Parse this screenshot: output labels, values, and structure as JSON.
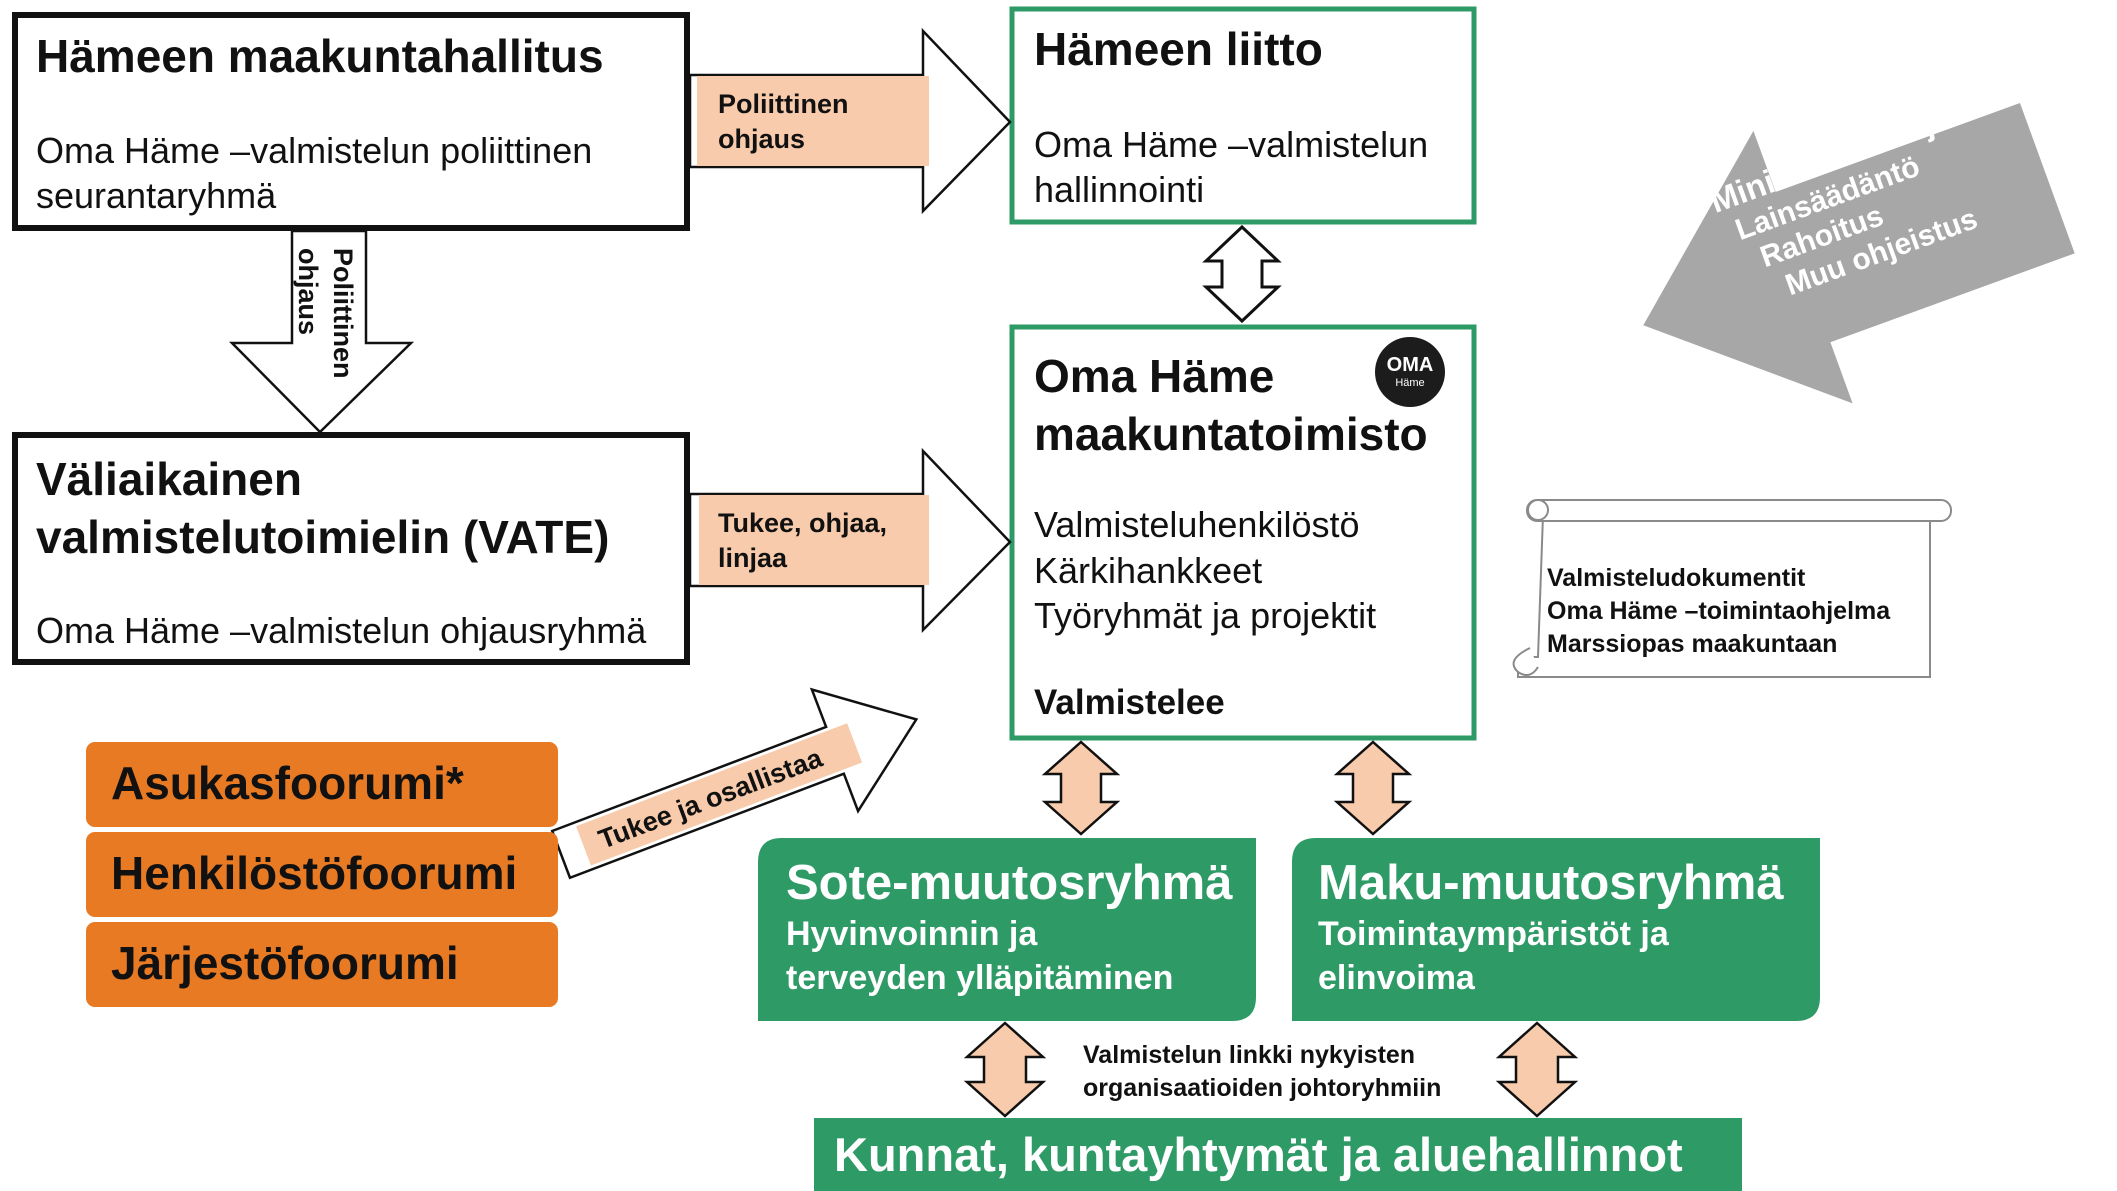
{
  "hameen_maakuntahallitus": {
    "title": "Hämeen maakuntahallitus",
    "desc_lines": [
      "Oma Häme –valmistelun poliittinen",
      "seurantaryhmä"
    ]
  },
  "hameen_liitto": {
    "title": "Hämeen liitto",
    "desc_lines": [
      "Oma Häme –valmistelun",
      "hallinnointi"
    ]
  },
  "vate": {
    "title_lines": [
      "Väliaikainen",
      "valmistelutoimielin (VATE)"
    ],
    "desc": "Oma Häme –valmistelun ohjausryhmä"
  },
  "maakuntatoimisto": {
    "title_lines": [
      "Oma Häme",
      "maakuntatoimisto"
    ],
    "items": [
      "Valmisteluhenkilöstö",
      "Kärkihankkeet",
      "Työryhmät ja projektit"
    ],
    "footer": "Valmistelee",
    "logo": {
      "main": "OMA",
      "sub": "Häme"
    }
  },
  "arrow_labels": {
    "poliittinen_ohjaus_right": [
      "Poliittinen",
      "ohjaus"
    ],
    "poliittinen_ohjaus_down": [
      "Poliittinen",
      "ohjaus"
    ],
    "tukee_ohjaa_linjaa": [
      "Tukee, ohjaa,",
      "linjaa"
    ],
    "tukee_ja_osallistaa": "Tukee ja osallistaa"
  },
  "ministerio": {
    "lines": [
      "Ministeriön ohjaus",
      "Lainsäädäntö",
      "Rahoitus",
      "Muu ohjeistus"
    ]
  },
  "scroll": {
    "lines": [
      "Valmisteludokumentit",
      "Oma Häme –toimintaohjelma",
      "Marssiopas maakuntaan"
    ]
  },
  "forums": [
    "Asukasfoorumi*",
    "Henkilöstöfoorumi",
    "Järjestöfoorumi"
  ],
  "sote": {
    "title": "Sote-muutosryhmä",
    "sub_lines": [
      "Hyvinvoinnin ja",
      "terveyden ylläpitäminen"
    ]
  },
  "maku": {
    "title": "Maku-muutosryhmä",
    "sub_lines": [
      "Toimintaympäristöt ja",
      "elinvoima"
    ]
  },
  "link_note": [
    "Valmistelun linkki nykyisten",
    "organisaatioiden johtoryhmiin"
  ],
  "kunnat": {
    "title": "Kunnat, kuntayhtymät ja aluehallinnot"
  },
  "colors": {
    "green": "#2e9a66",
    "orange": "#e87a24",
    "peach": "#f7cbab",
    "gray": "#a7a7a7",
    "black": "#111111"
  }
}
